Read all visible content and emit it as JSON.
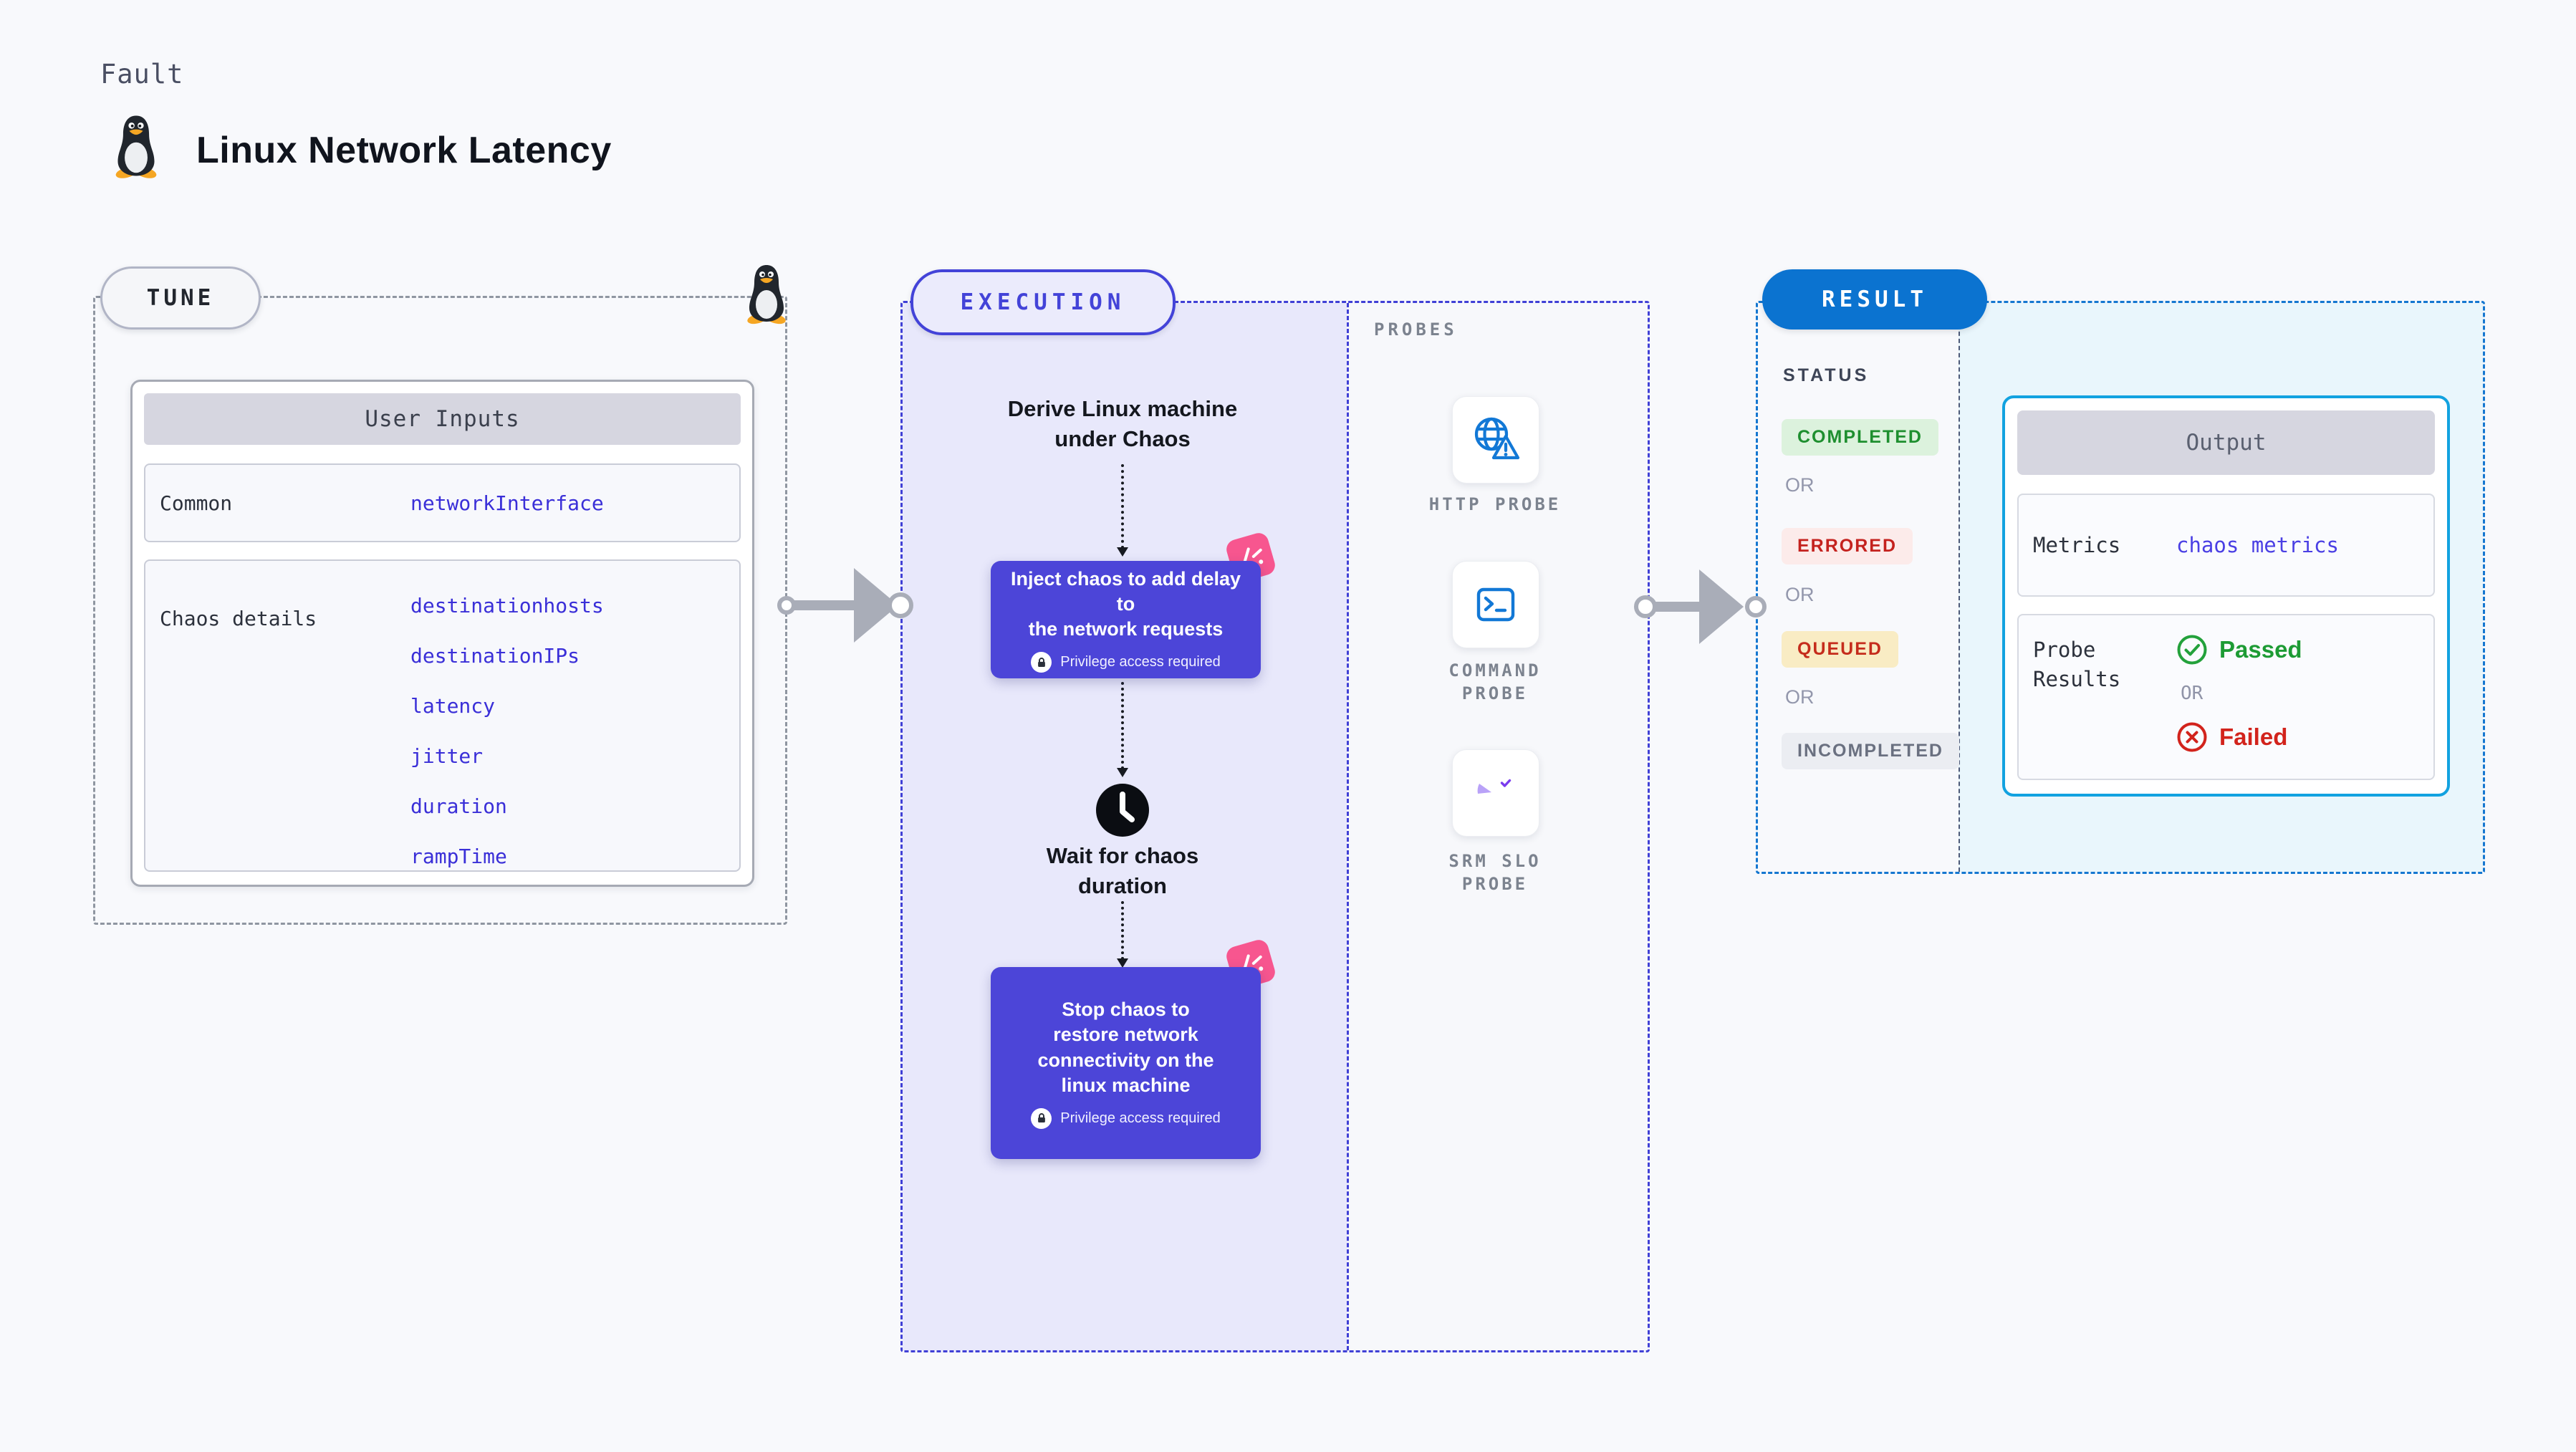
{
  "page": {
    "eyebrow": "Fault",
    "title": "Linux Network Latency",
    "background": "#f8f9fc"
  },
  "tune": {
    "badge": "TUNE",
    "border_color": "#8f96a1",
    "card": {
      "header": "User Inputs",
      "value_color": "#3a2fd8",
      "rows": [
        {
          "label": "Common",
          "values": [
            "networkInterface"
          ]
        },
        {
          "label": "Chaos details",
          "values": [
            "destinationhosts",
            "destinationIPs",
            "latency",
            "jitter",
            "duration",
            "rampTime"
          ]
        }
      ]
    }
  },
  "execution": {
    "badge": "EXECUTION",
    "accent": "#4343d8",
    "panel_bg": "#e8e8fb",
    "steps": {
      "derive": "Derive Linux machine\nunder Chaos",
      "inject": {
        "text": "Inject chaos to add delay to\nthe network requests",
        "note": "Privilege access required"
      },
      "wait": "Wait for chaos\nduration",
      "stop": {
        "text": "Stop chaos to\nrestore network\nconnectivity on the\nlinux machine",
        "note": "Privilege access required"
      }
    },
    "probes": {
      "label": "PROBES",
      "items": [
        {
          "label": "HTTP PROBE",
          "icon": "globe-alert-icon"
        },
        {
          "label": "COMMAND\nPROBE",
          "icon": "terminal-icon"
        },
        {
          "label": "SRM SLO\nPROBE",
          "icon": "slo-gauge-icon"
        }
      ]
    }
  },
  "result": {
    "badge": "RESULT",
    "accent": "#0b73d0",
    "panel_bg": "#e9f6fc",
    "status": {
      "label": "STATUS",
      "separator": "OR",
      "badges": [
        {
          "label": "COMPLETED",
          "bg": "#dcf2dd",
          "color": "#1e8f2f"
        },
        {
          "label": "ERRORED",
          "bg": "#fcebea",
          "color": "#c4221e"
        },
        {
          "label": "QUEUED",
          "bg": "#f9ecc4",
          "color": "#c52c1c"
        },
        {
          "label": "INCOMPLETED",
          "bg": "#ebedf2",
          "color": "#6a7080"
        }
      ]
    },
    "output": {
      "header": "Output",
      "metrics_label": "Metrics",
      "metrics_value": "chaos metrics",
      "probe_label": "Probe\nResults",
      "passed": "Passed",
      "or": "OR",
      "failed": "Failed",
      "passed_color": "#1d9b34",
      "failed_color": "#d2231c"
    }
  }
}
